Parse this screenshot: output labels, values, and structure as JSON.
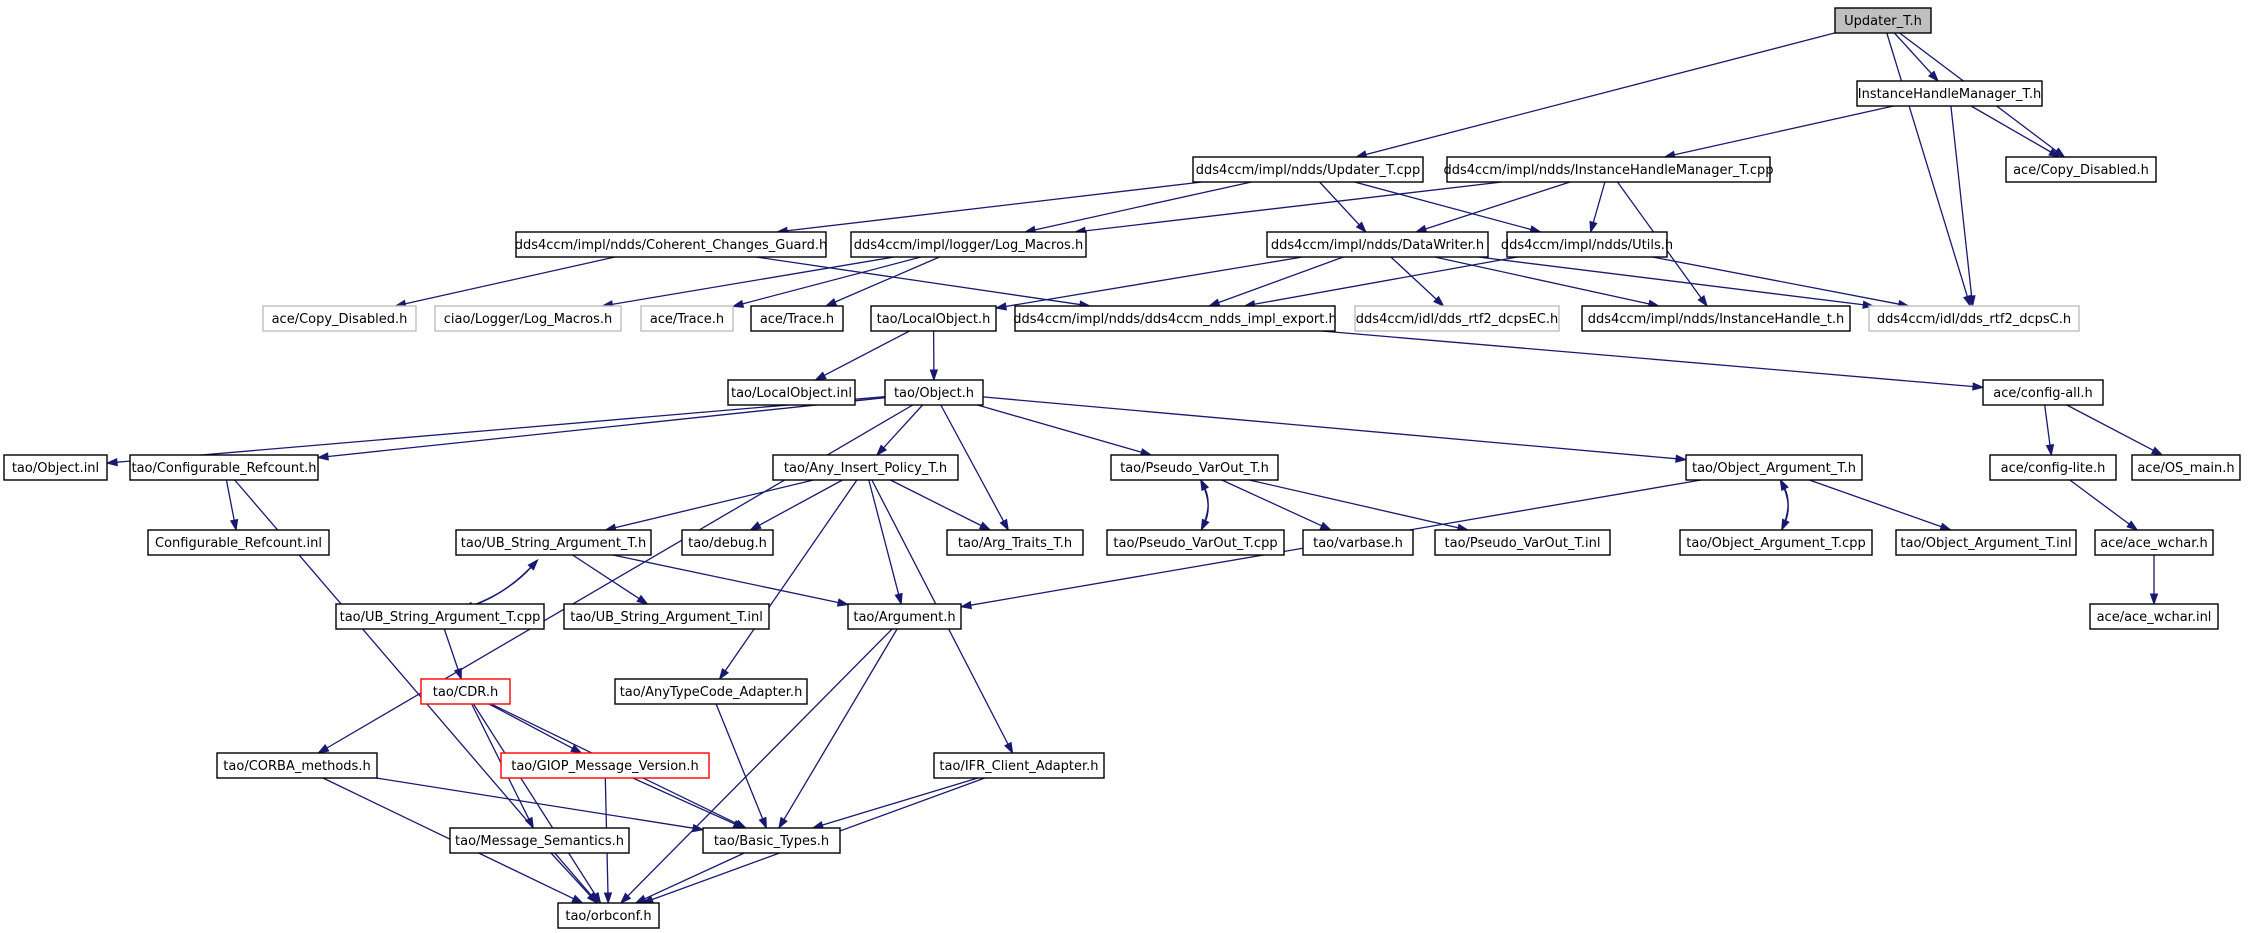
{
  "diagram": {
    "colors": {
      "edge": "#191970",
      "border_normal": "#000000",
      "border_external": "#bfbfbf",
      "border_truncated": "#ff0000",
      "fill_root": "#bfbfbf",
      "fill_normal": "#ffffff"
    },
    "nodes": [
      {
        "id": "updater_t_h",
        "label": "Updater_T.h",
        "style": "root"
      },
      {
        "id": "instancehandlemanager_t_h",
        "label": "InstanceHandleManager_T.h",
        "style": "normal"
      },
      {
        "id": "updater_t_cpp",
        "label": "dds4ccm/impl/ndds/Updater_T.cpp",
        "style": "normal"
      },
      {
        "id": "ihm_t_cpp",
        "label": "dds4ccm/impl/ndds/InstanceHandleManager_T.cpp",
        "style": "normal"
      },
      {
        "id": "copy_disabled_1",
        "label": "ace/Copy_Disabled.h",
        "style": "normal"
      },
      {
        "id": "coherent_guard",
        "label": "dds4ccm/impl/ndds/Coherent_Changes_Guard.h",
        "style": "normal"
      },
      {
        "id": "log_macros",
        "label": "dds4ccm/impl/logger/Log_Macros.h",
        "style": "normal"
      },
      {
        "id": "datawriter",
        "label": "dds4ccm/impl/ndds/DataWriter.h",
        "style": "normal"
      },
      {
        "id": "utils",
        "label": "dds4ccm/impl/ndds/Utils.h",
        "style": "normal"
      },
      {
        "id": "copy_disabled_2",
        "label": "ace/Copy_Disabled.h",
        "style": "external"
      },
      {
        "id": "ciao_log_macros",
        "label": "ciao/Logger/Log_Macros.h",
        "style": "external"
      },
      {
        "id": "trace_1",
        "label": "ace/Trace.h",
        "style": "external"
      },
      {
        "id": "trace_2",
        "label": "ace/Trace.h",
        "style": "normal"
      },
      {
        "id": "localobject_h",
        "label": "tao/LocalObject.h",
        "style": "normal"
      },
      {
        "id": "ndds_impl_export",
        "label": "dds4ccm/impl/ndds/dds4ccm_ndds_impl_export.h",
        "style": "normal"
      },
      {
        "id": "dds_rtf2_dcpsec",
        "label": "dds4ccm/idl/dds_rtf2_dcpsEC.h",
        "style": "external"
      },
      {
        "id": "instancehandle_t",
        "label": "dds4ccm/impl/ndds/InstanceHandle_t.h",
        "style": "normal"
      },
      {
        "id": "dds_rtf2_dcpsc",
        "label": "dds4ccm/idl/dds_rtf2_dcpsC.h",
        "style": "external"
      },
      {
        "id": "localobject_inl",
        "label": "tao/LocalObject.inl",
        "style": "normal"
      },
      {
        "id": "object_h",
        "label": "tao/Object.h",
        "style": "normal"
      },
      {
        "id": "config_all",
        "label": "ace/config-all.h",
        "style": "normal"
      },
      {
        "id": "object_inl",
        "label": "tao/Object.inl",
        "style": "normal"
      },
      {
        "id": "configurable_refcount",
        "label": "tao/Configurable_Refcount.h",
        "style": "normal"
      },
      {
        "id": "any_insert_policy",
        "label": "tao/Any_Insert_Policy_T.h",
        "style": "normal"
      },
      {
        "id": "pseudo_varout_h",
        "label": "tao/Pseudo_VarOut_T.h",
        "style": "normal"
      },
      {
        "id": "object_argument_h",
        "label": "tao/Object_Argument_T.h",
        "style": "normal"
      },
      {
        "id": "config_lite",
        "label": "ace/config-lite.h",
        "style": "normal"
      },
      {
        "id": "os_main",
        "label": "ace/OS_main.h",
        "style": "normal"
      },
      {
        "id": "configurable_refcount_inl",
        "label": "Configurable_Refcount.inl",
        "style": "normal"
      },
      {
        "id": "ub_string_arg_h",
        "label": "tao/UB_String_Argument_T.h",
        "style": "normal"
      },
      {
        "id": "debug_h",
        "label": "tao/debug.h",
        "style": "normal"
      },
      {
        "id": "arg_traits",
        "label": "tao/Arg_Traits_T.h",
        "style": "normal"
      },
      {
        "id": "pseudo_varout_cpp",
        "label": "tao/Pseudo_VarOut_T.cpp",
        "style": "normal"
      },
      {
        "id": "varbase",
        "label": "tao/varbase.h",
        "style": "normal"
      },
      {
        "id": "pseudo_varout_inl",
        "label": "tao/Pseudo_VarOut_T.inl",
        "style": "normal"
      },
      {
        "id": "object_argument_cpp",
        "label": "tao/Object_Argument_T.cpp",
        "style": "normal"
      },
      {
        "id": "object_argument_inl",
        "label": "tao/Object_Argument_T.inl",
        "style": "normal"
      },
      {
        "id": "ace_wchar_h",
        "label": "ace/ace_wchar.h",
        "style": "normal"
      },
      {
        "id": "ub_string_arg_cpp",
        "label": "tao/UB_String_Argument_T.cpp",
        "style": "normal"
      },
      {
        "id": "ub_string_arg_inl",
        "label": "tao/UB_String_Argument_T.inl",
        "style": "normal"
      },
      {
        "id": "argument_h",
        "label": "tao/Argument.h",
        "style": "normal"
      },
      {
        "id": "ace_wchar_inl",
        "label": "ace/ace_wchar.inl",
        "style": "normal"
      },
      {
        "id": "cdr_h",
        "label": "tao/CDR.h",
        "style": "truncated"
      },
      {
        "id": "anytypecode_adapter",
        "label": "tao/AnyTypeCode_Adapter.h",
        "style": "normal"
      },
      {
        "id": "corba_methods",
        "label": "tao/CORBA_methods.h",
        "style": "normal"
      },
      {
        "id": "giop_message_version",
        "label": "tao/GIOP_Message_Version.h",
        "style": "truncated"
      },
      {
        "id": "ifr_client_adapter",
        "label": "tao/IFR_Client_Adapter.h",
        "style": "normal"
      },
      {
        "id": "message_semantics",
        "label": "tao/Message_Semantics.h",
        "style": "normal"
      },
      {
        "id": "basic_types",
        "label": "tao/Basic_Types.h",
        "style": "normal"
      },
      {
        "id": "orbconf",
        "label": "tao/orbconf.h",
        "style": "normal"
      }
    ],
    "edges": [
      [
        "updater_t_h",
        "instancehandlemanager_t_h"
      ],
      [
        "updater_t_h",
        "updater_t_cpp"
      ],
      [
        "updater_t_h",
        "copy_disabled_1"
      ],
      [
        "updater_t_h",
        "dds_rtf2_dcpsc"
      ],
      [
        "instancehandlemanager_t_h",
        "ihm_t_cpp"
      ],
      [
        "instancehandlemanager_t_h",
        "copy_disabled_1"
      ],
      [
        "instancehandlemanager_t_h",
        "dds_rtf2_dcpsc"
      ],
      [
        "updater_t_cpp",
        "coherent_guard"
      ],
      [
        "updater_t_cpp",
        "log_macros"
      ],
      [
        "updater_t_cpp",
        "datawriter"
      ],
      [
        "updater_t_cpp",
        "utils"
      ],
      [
        "ihm_t_cpp",
        "log_macros"
      ],
      [
        "ihm_t_cpp",
        "datawriter"
      ],
      [
        "ihm_t_cpp",
        "utils"
      ],
      [
        "ihm_t_cpp",
        "instancehandle_t"
      ],
      [
        "coherent_guard",
        "copy_disabled_2"
      ],
      [
        "coherent_guard",
        "ndds_impl_export"
      ],
      [
        "log_macros",
        "ciao_log_macros"
      ],
      [
        "log_macros",
        "trace_1"
      ],
      [
        "log_macros",
        "trace_2"
      ],
      [
        "datawriter",
        "localobject_h"
      ],
      [
        "datawriter",
        "ndds_impl_export"
      ],
      [
        "datawriter",
        "dds_rtf2_dcpsec"
      ],
      [
        "datawriter",
        "instancehandle_t"
      ],
      [
        "datawriter",
        "dds_rtf2_dcpsc"
      ],
      [
        "utils",
        "ndds_impl_export"
      ],
      [
        "utils",
        "dds_rtf2_dcpsc"
      ],
      [
        "localobject_h",
        "localobject_inl"
      ],
      [
        "localobject_h",
        "object_h"
      ],
      [
        "ndds_impl_export",
        "config_all"
      ],
      [
        "object_h",
        "object_inl"
      ],
      [
        "object_h",
        "configurable_refcount"
      ],
      [
        "object_h",
        "corba_methods"
      ],
      [
        "object_h",
        "any_insert_policy"
      ],
      [
        "object_h",
        "arg_traits"
      ],
      [
        "object_h",
        "pseudo_varout_h"
      ],
      [
        "object_h",
        "object_argument_h"
      ],
      [
        "config_all",
        "config_lite"
      ],
      [
        "config_all",
        "os_main"
      ],
      [
        "configurable_refcount",
        "configurable_refcount_inl"
      ],
      [
        "configurable_refcount",
        "orbconf"
      ],
      [
        "any_insert_policy",
        "ub_string_arg_h"
      ],
      [
        "any_insert_policy",
        "debug_h"
      ],
      [
        "any_insert_policy",
        "arg_traits"
      ],
      [
        "any_insert_policy",
        "argument_h"
      ],
      [
        "any_insert_policy",
        "anytypecode_adapter"
      ],
      [
        "any_insert_policy",
        "ifr_client_adapter"
      ],
      [
        "pseudo_varout_h",
        "pseudo_varout_cpp"
      ],
      [
        "pseudo_varout_h",
        "varbase"
      ],
      [
        "pseudo_varout_h",
        "pseudo_varout_inl"
      ],
      [
        "pseudo_varout_cpp",
        "pseudo_varout_h"
      ],
      [
        "object_argument_h",
        "object_argument_cpp"
      ],
      [
        "object_argument_h",
        "object_argument_inl"
      ],
      [
        "object_argument_h",
        "argument_h"
      ],
      [
        "object_argument_cpp",
        "object_argument_h"
      ],
      [
        "config_lite",
        "ace_wchar_h"
      ],
      [
        "ace_wchar_h",
        "ace_wchar_inl"
      ],
      [
        "ub_string_arg_h",
        "ub_string_arg_cpp"
      ],
      [
        "ub_string_arg_h",
        "ub_string_arg_inl"
      ],
      [
        "ub_string_arg_h",
        "argument_h"
      ],
      [
        "ub_string_arg_cpp",
        "ub_string_arg_h"
      ],
      [
        "ub_string_arg_cpp",
        "cdr_h"
      ],
      [
        "argument_h",
        "basic_types"
      ],
      [
        "argument_h",
        "orbconf"
      ],
      [
        "cdr_h",
        "giop_message_version"
      ],
      [
        "cdr_h",
        "message_semantics"
      ],
      [
        "cdr_h",
        "basic_types"
      ],
      [
        "cdr_h",
        "orbconf"
      ],
      [
        "anytypecode_adapter",
        "basic_types"
      ],
      [
        "corba_methods",
        "basic_types"
      ],
      [
        "corba_methods",
        "orbconf"
      ],
      [
        "giop_message_version",
        "basic_types"
      ],
      [
        "giop_message_version",
        "orbconf"
      ],
      [
        "ifr_client_adapter",
        "basic_types"
      ],
      [
        "ifr_client_adapter",
        "orbconf"
      ],
      [
        "message_semantics",
        "orbconf"
      ],
      [
        "basic_types",
        "orbconf"
      ]
    ]
  }
}
